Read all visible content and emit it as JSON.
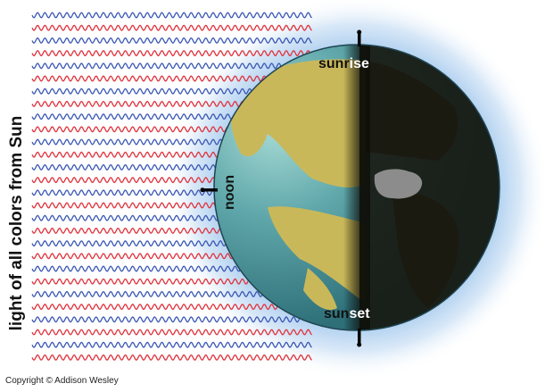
{
  "side_label": "light of all colors from Sun",
  "labels": {
    "sunrise_1": "sunr",
    "sunrise_2": "ise",
    "noon": "noon",
    "sunset_1": "sun",
    "sunset_2": "set"
  },
  "copyright": "Copyright © Addison Wesley",
  "colors": {
    "wave_blue": "#3a57b5",
    "wave_red": "#e0323c",
    "ocean": "#4f9aa0",
    "land": "#c9b85a",
    "night": "#171710",
    "glow": "#9fc6ec",
    "ice": "#8c8c8c"
  }
}
